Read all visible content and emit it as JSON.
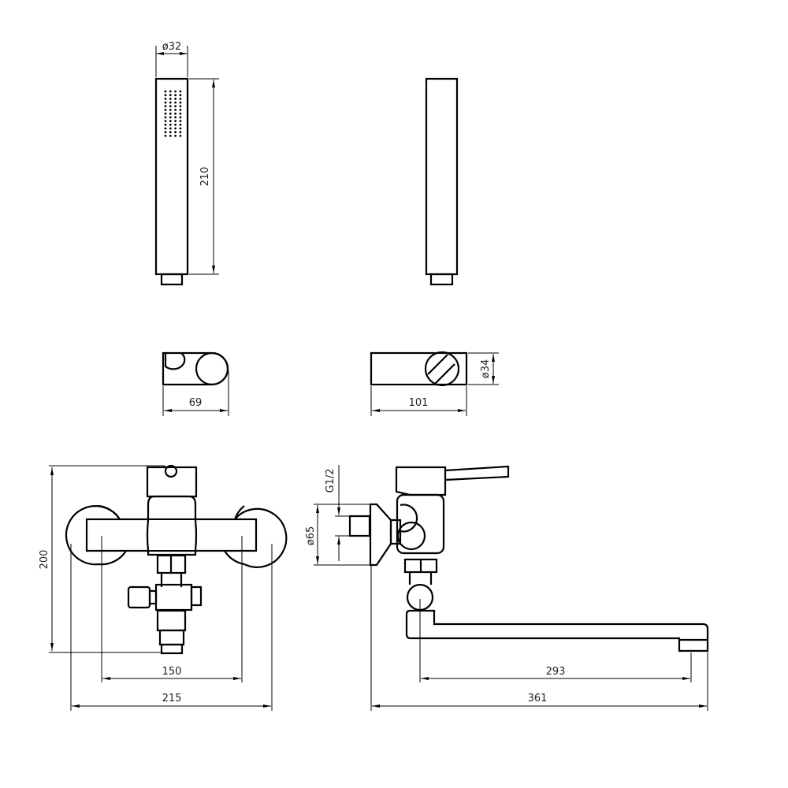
{
  "drawing": {
    "handshower": {
      "diameter": "ø32",
      "length": "210"
    },
    "holder": {
      "width": "69",
      "length": "101",
      "diameter": "ø34"
    },
    "faucet_front": {
      "height": "200",
      "center_distance": "150",
      "overall_width": "215"
    },
    "faucet_side": {
      "thread": "G1/2",
      "flange_diameter": "ø65",
      "spout_reach": "293",
      "overall_length": "361"
    },
    "colors": {
      "line": "#000000",
      "background": "#ffffff"
    }
  }
}
